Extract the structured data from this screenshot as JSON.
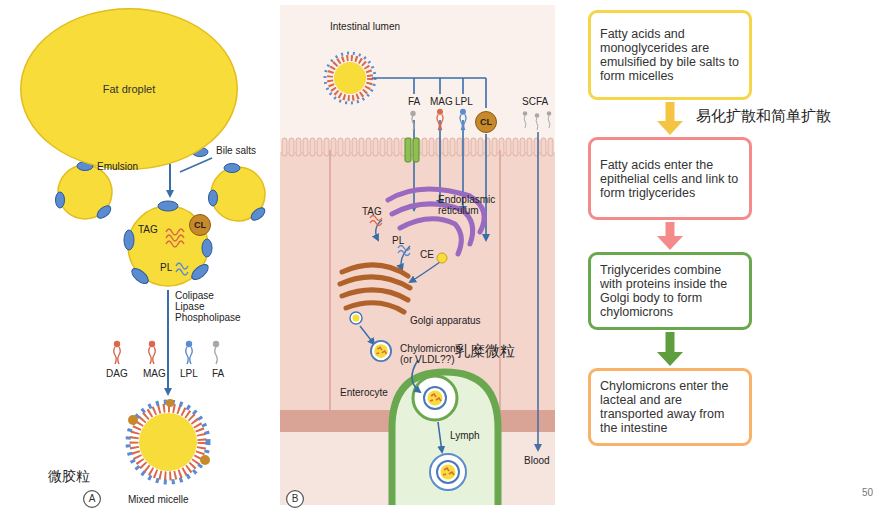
{
  "diagram": {
    "nodes": [
      {
        "text": [
          "Fat droplet"
        ]
      },
      {
        "text": [
          "CL"
        ]
      },
      {
        "text": [
          "A"
        ]
      },
      {
        "text": [
          "CL"
        ]
      },
      {
        "text": [
          "B"
        ]
      },
      {
        "text": [
          "Fatty acids and monoglycerides are emulsified by bile salts to form micelles"
        ]
      },
      {
        "text": [
          "Fatty acids enter the epithelial cells and link to form triglycerides"
        ]
      },
      {
        "text": [
          "Triglycerides combine with proteins inside the Golgi body to form chylomicrons"
        ]
      },
      {
        "text": [
          "Chylomicrons enter the lacteal and are transported away from the intestine"
        ]
      }
    ],
    "edges": [
      {
        "from": 5,
        "to": 6,
        "arrow": "to",
        "label": "易化扩散和简单扩散"
      },
      {
        "from": 6,
        "to": 7,
        "arrow": "to"
      },
      {
        "from": 7,
        "to": 8,
        "arrow": "to"
      }
    ],
    "labels": [
      "Emulsion",
      "Bile salts",
      "TAG",
      "PL",
      "Colipase Lipase Phospholipase",
      "DAG",
      "MAG",
      "LPL",
      "FA",
      "Mixed micelle",
      "微胶粒",
      "Intestinal lumen",
      "FA",
      "MAG",
      "LPL",
      "SCFA",
      "Endoplasmic reticulum",
      "TAG",
      "PL",
      "CE",
      "Golgi apparatus",
      "Chylomicrons (or VLDL??)",
      "乳糜微粒",
      "Enterocyte",
      "Lymph",
      "Blood",
      "50"
    ]
  }
}
